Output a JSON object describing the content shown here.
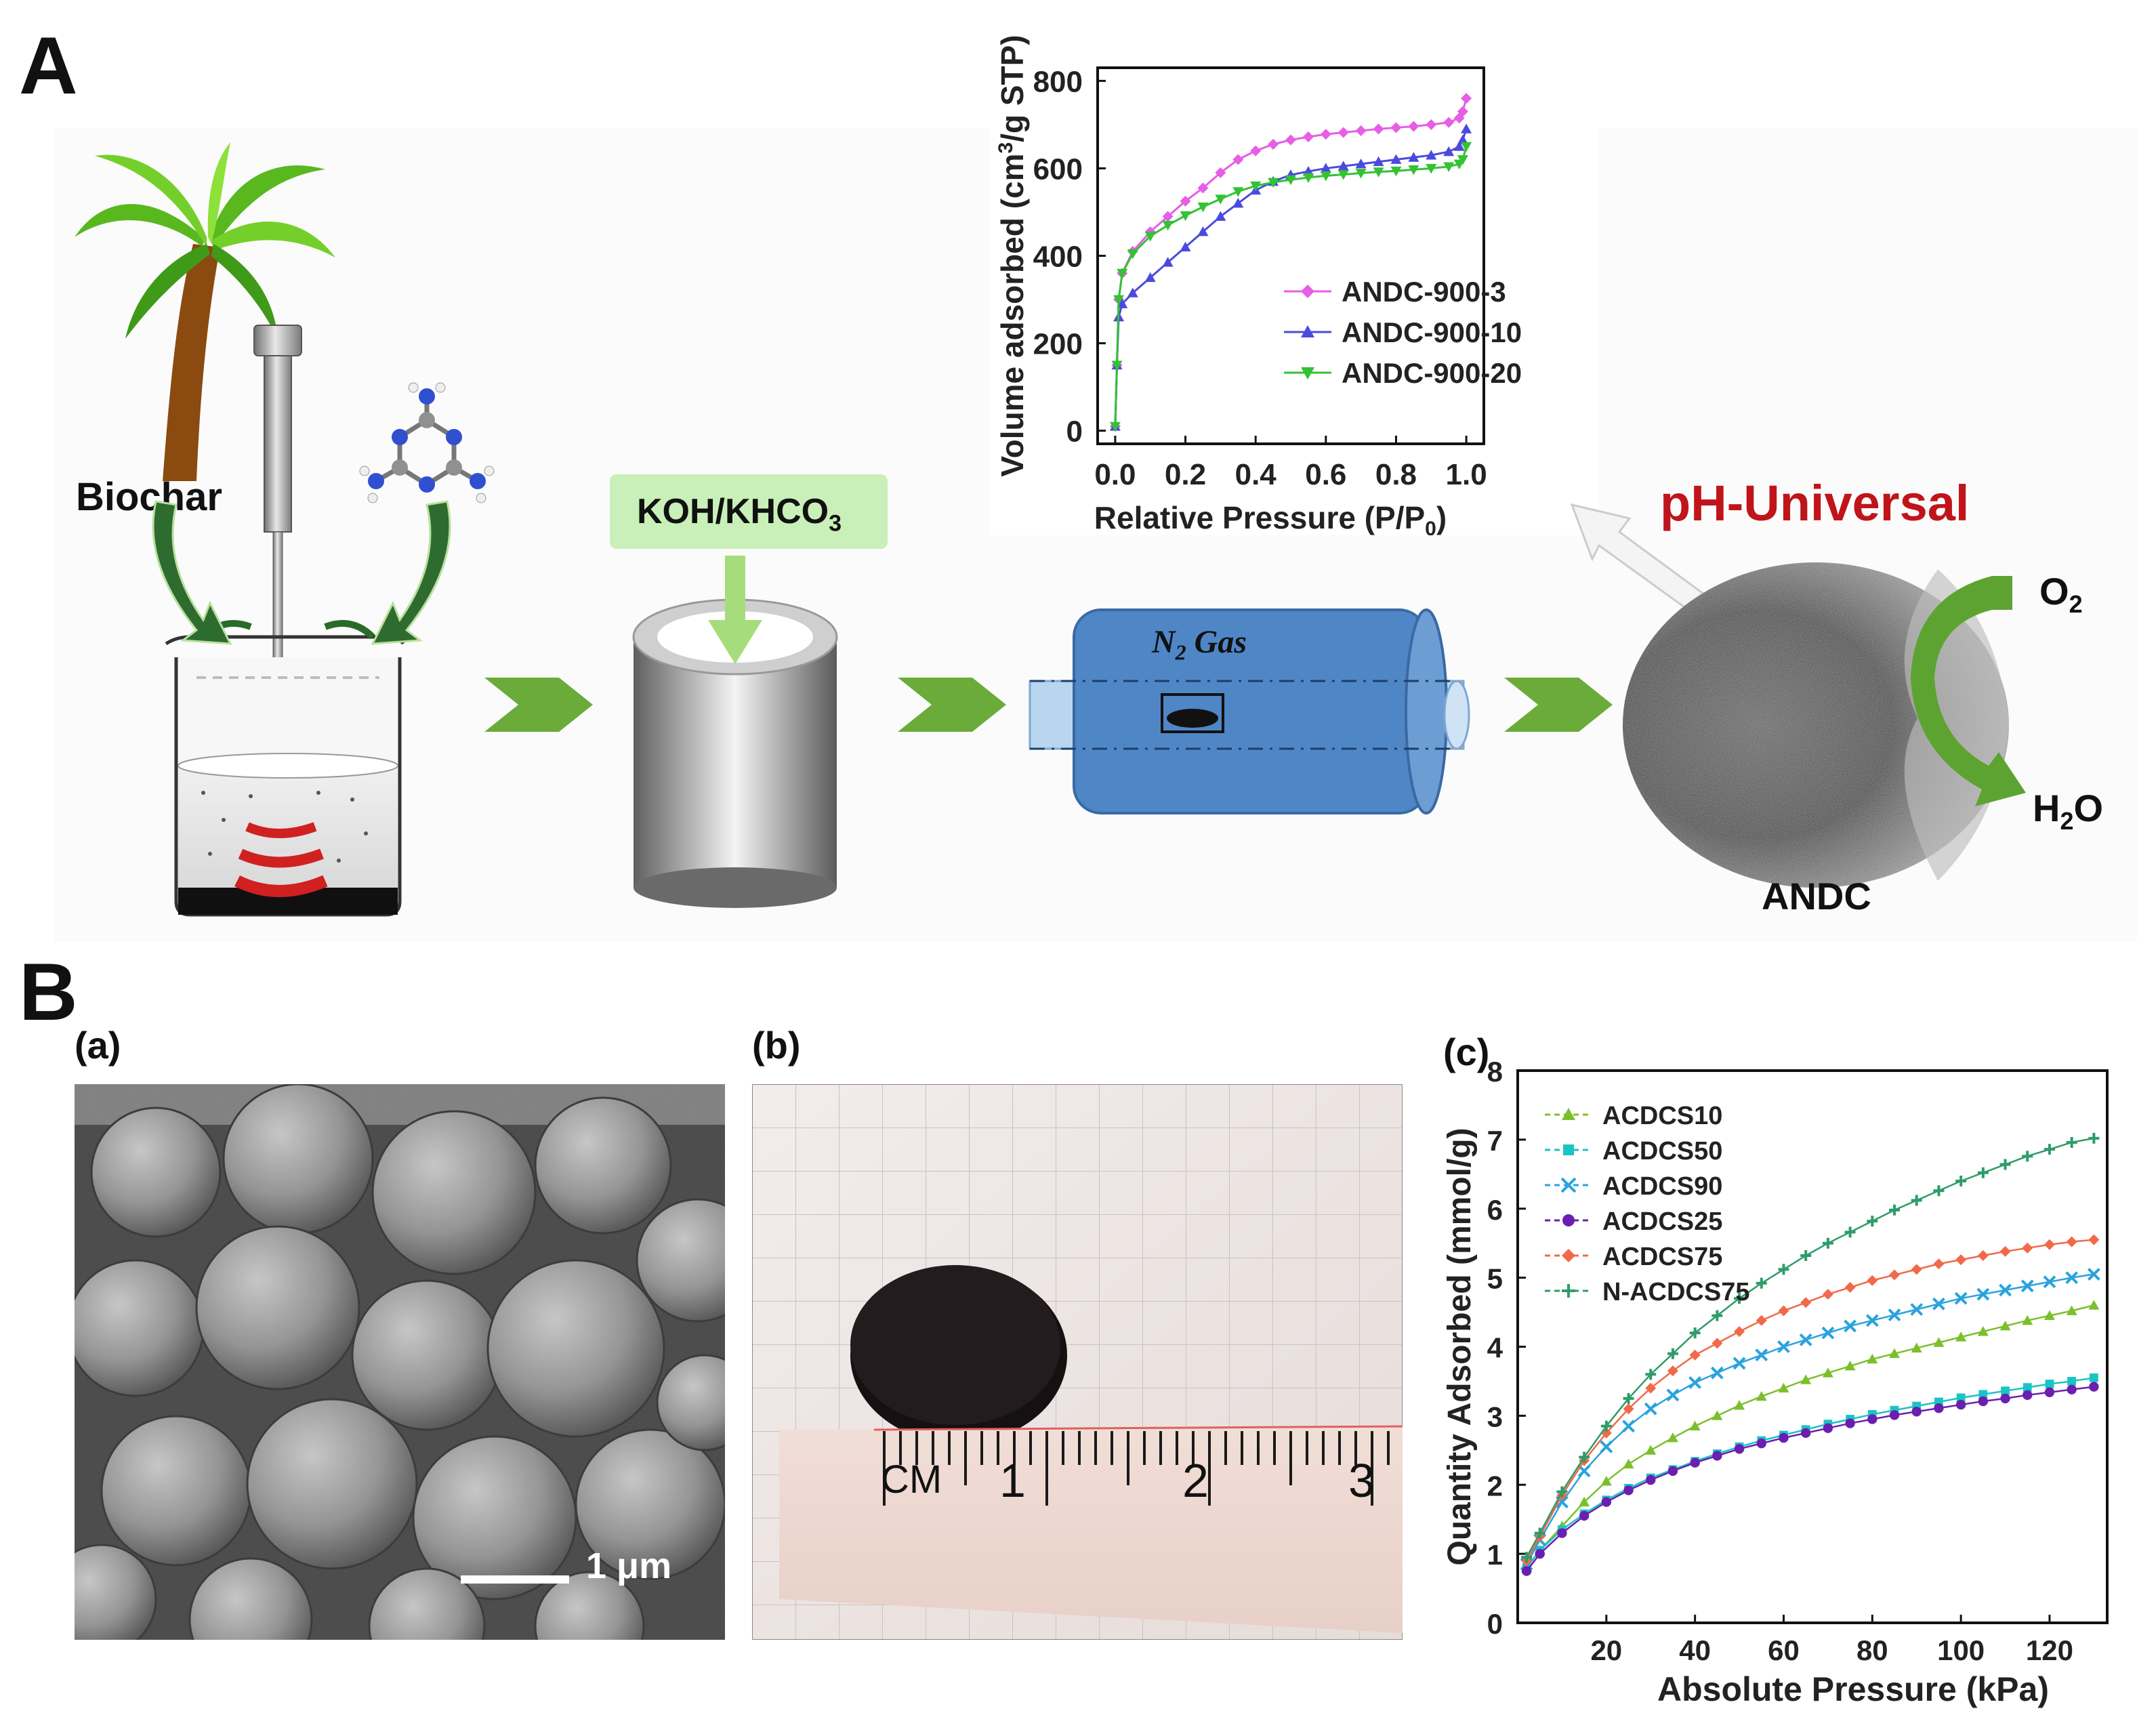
{
  "panels": {
    "a_label": "A",
    "b_label": "B"
  },
  "scheme": {
    "biochar_label": "Biochar",
    "reagent_label": "KOH/KHCO",
    "reagent_sub": "3",
    "gas_label": "N",
    "gas_sub": "2",
    "gas_suffix": " Gas",
    "ph_label": "pH-Universal",
    "product_label": "ANDC",
    "o2_label": "O",
    "o2_sub": "2",
    "h2o_label": "H",
    "h2o_sub": "2",
    "h2o_suffix": "O",
    "colors": {
      "arrow_green": "#6aab3a",
      "ph_red": "#c0141b",
      "reagent_box": "#c9f0b8",
      "tube_blue": "#4f86c6"
    }
  },
  "sub_panels": {
    "a": "(a)",
    "b": "(b)",
    "c": "(c)"
  },
  "sem": {
    "scale_label": "1 μm"
  },
  "ruler": {
    "unit_label": "CM",
    "marks": [
      "1",
      "2",
      "3"
    ]
  },
  "chart_data": [
    {
      "type": "line",
      "ylabel_main": "Volume adsorbed (cm",
      "ylabel_sup": "3",
      "ylabel_end": "/g STP)",
      "xlabel_main": "Relative Pressure (P/P",
      "xlabel_sub": "0",
      "xlabel_end": ")",
      "xlim": [
        -0.05,
        1.05
      ],
      "ylim": [
        -30,
        830
      ],
      "xticks": [
        "0.0",
        "0.2",
        "0.4",
        "0.6",
        "0.8",
        "1.0"
      ],
      "yticks": [
        "0",
        "200",
        "400",
        "600",
        "800"
      ],
      "legend_position": "right",
      "series": [
        {
          "name": "ANDC-900-3",
          "color": "#e65ee6",
          "marker": "diamond",
          "x": [
            0.0,
            0.005,
            0.01,
            0.02,
            0.05,
            0.1,
            0.15,
            0.2,
            0.25,
            0.3,
            0.35,
            0.4,
            0.45,
            0.5,
            0.55,
            0.6,
            0.65,
            0.7,
            0.75,
            0.8,
            0.85,
            0.9,
            0.95,
            0.98,
            0.99,
            1.0
          ],
          "y": [
            10,
            150,
            300,
            360,
            410,
            455,
            490,
            525,
            555,
            590,
            620,
            640,
            655,
            665,
            672,
            678,
            682,
            686,
            690,
            693,
            696,
            700,
            705,
            715,
            730,
            760
          ]
        },
        {
          "name": "ANDC-900-10",
          "color": "#4a4adf",
          "marker": "triangle-up",
          "x": [
            0.0,
            0.005,
            0.01,
            0.02,
            0.05,
            0.1,
            0.15,
            0.2,
            0.25,
            0.3,
            0.35,
            0.4,
            0.45,
            0.5,
            0.55,
            0.6,
            0.65,
            0.7,
            0.75,
            0.8,
            0.85,
            0.9,
            0.95,
            0.98,
            0.99,
            1.0
          ],
          "y": [
            10,
            150,
            260,
            290,
            315,
            350,
            385,
            420,
            455,
            490,
            520,
            550,
            570,
            585,
            593,
            600,
            605,
            610,
            615,
            620,
            625,
            630,
            638,
            650,
            665,
            690
          ]
        },
        {
          "name": "ANDC-900-20",
          "color": "#33c233",
          "marker": "triangle-down",
          "x": [
            0.0,
            0.005,
            0.01,
            0.02,
            0.05,
            0.1,
            0.15,
            0.2,
            0.25,
            0.3,
            0.35,
            0.4,
            0.45,
            0.5,
            0.55,
            0.6,
            0.65,
            0.7,
            0.75,
            0.8,
            0.85,
            0.9,
            0.95,
            0.98,
            0.99,
            1.0
          ],
          "y": [
            10,
            150,
            300,
            360,
            405,
            445,
            470,
            492,
            512,
            530,
            547,
            560,
            568,
            574,
            579,
            583,
            586,
            589,
            592,
            594,
            597,
            600,
            604,
            610,
            620,
            650
          ]
        }
      ]
    },
    {
      "type": "line",
      "ylabel": "Quantity Adsorbed (mmol/g)",
      "xlabel": "Absolute Pressure (kPa)",
      "xlim": [
        0,
        133
      ],
      "ylim": [
        0,
        8
      ],
      "xticks": [
        "20",
        "40",
        "60",
        "80",
        "100",
        "120"
      ],
      "yticks": [
        "0",
        "1",
        "2",
        "3",
        "4",
        "5",
        "6",
        "7",
        "8"
      ],
      "legend_position": "top-left",
      "series": [
        {
          "name": "ACDCS10",
          "color": "#7cbf2c",
          "marker": "triangle",
          "x": [
            2,
            5,
            10,
            15,
            20,
            25,
            30,
            35,
            40,
            45,
            50,
            55,
            60,
            65,
            70,
            75,
            80,
            85,
            90,
            95,
            100,
            105,
            110,
            115,
            120,
            125,
            130
          ],
          "y": [
            0.8,
            1.05,
            1.4,
            1.75,
            2.05,
            2.3,
            2.5,
            2.68,
            2.85,
            3.0,
            3.15,
            3.28,
            3.4,
            3.52,
            3.62,
            3.72,
            3.82,
            3.9,
            3.98,
            4.06,
            4.14,
            4.22,
            4.3,
            4.38,
            4.45,
            4.52,
            4.6
          ]
        },
        {
          "name": "ACDCS50",
          "color": "#1bc4c4",
          "marker": "square",
          "x": [
            2,
            5,
            10,
            15,
            20,
            25,
            30,
            35,
            40,
            45,
            50,
            55,
            60,
            65,
            70,
            75,
            80,
            85,
            90,
            95,
            100,
            105,
            110,
            115,
            120,
            125,
            130
          ],
          "y": [
            0.8,
            1.05,
            1.35,
            1.58,
            1.78,
            1.95,
            2.1,
            2.22,
            2.34,
            2.45,
            2.55,
            2.64,
            2.72,
            2.8,
            2.88,
            2.95,
            3.02,
            3.08,
            3.14,
            3.2,
            3.26,
            3.31,
            3.36,
            3.41,
            3.46,
            3.5,
            3.55
          ]
        },
        {
          "name": "ACDCS90",
          "color": "#2aa3dd",
          "marker": "x",
          "x": [
            2,
            5,
            10,
            15,
            20,
            25,
            30,
            35,
            40,
            45,
            50,
            55,
            60,
            65,
            70,
            75,
            80,
            85,
            90,
            95,
            100,
            105,
            110,
            115,
            120,
            125,
            130
          ],
          "y": [
            0.85,
            1.2,
            1.75,
            2.2,
            2.55,
            2.85,
            3.1,
            3.3,
            3.48,
            3.62,
            3.76,
            3.88,
            4.0,
            4.1,
            4.2,
            4.3,
            4.38,
            4.46,
            4.54,
            4.62,
            4.7,
            4.76,
            4.82,
            4.88,
            4.94,
            5.0,
            5.05
          ]
        },
        {
          "name": "ACDCS25",
          "color": "#6a1fb0",
          "marker": "circle",
          "x": [
            2,
            5,
            10,
            15,
            20,
            25,
            30,
            35,
            40,
            45,
            50,
            55,
            60,
            65,
            70,
            75,
            80,
            85,
            90,
            95,
            100,
            105,
            110,
            115,
            120,
            125,
            130
          ],
          "y": [
            0.75,
            1.0,
            1.3,
            1.55,
            1.75,
            1.92,
            2.07,
            2.2,
            2.32,
            2.42,
            2.52,
            2.6,
            2.68,
            2.75,
            2.82,
            2.89,
            2.95,
            3.01,
            3.06,
            3.11,
            3.16,
            3.21,
            3.25,
            3.3,
            3.34,
            3.38,
            3.42
          ]
        },
        {
          "name": "ACDCS75",
          "color": "#f06a4a",
          "marker": "diamond",
          "x": [
            2,
            5,
            10,
            15,
            20,
            25,
            30,
            35,
            40,
            45,
            50,
            55,
            60,
            65,
            70,
            75,
            80,
            85,
            90,
            95,
            100,
            105,
            110,
            115,
            120,
            125,
            130
          ],
          "y": [
            0.9,
            1.25,
            1.85,
            2.35,
            2.75,
            3.1,
            3.4,
            3.65,
            3.88,
            4.05,
            4.22,
            4.38,
            4.52,
            4.64,
            4.76,
            4.86,
            4.96,
            5.04,
            5.12,
            5.2,
            5.26,
            5.32,
            5.38,
            5.43,
            5.48,
            5.52,
            5.55
          ]
        },
        {
          "name": "N-ACDCS75",
          "color": "#2e9c6a",
          "marker": "plus",
          "x": [
            2,
            5,
            10,
            15,
            20,
            25,
            30,
            35,
            40,
            45,
            50,
            55,
            60,
            65,
            70,
            75,
            80,
            85,
            90,
            95,
            100,
            105,
            110,
            115,
            120,
            125,
            130
          ],
          "y": [
            0.95,
            1.3,
            1.9,
            2.4,
            2.85,
            3.25,
            3.6,
            3.9,
            4.2,
            4.45,
            4.7,
            4.92,
            5.12,
            5.32,
            5.5,
            5.66,
            5.82,
            5.98,
            6.12,
            6.26,
            6.4,
            6.52,
            6.64,
            6.76,
            6.86,
            6.96,
            7.02
          ]
        }
      ]
    }
  ]
}
